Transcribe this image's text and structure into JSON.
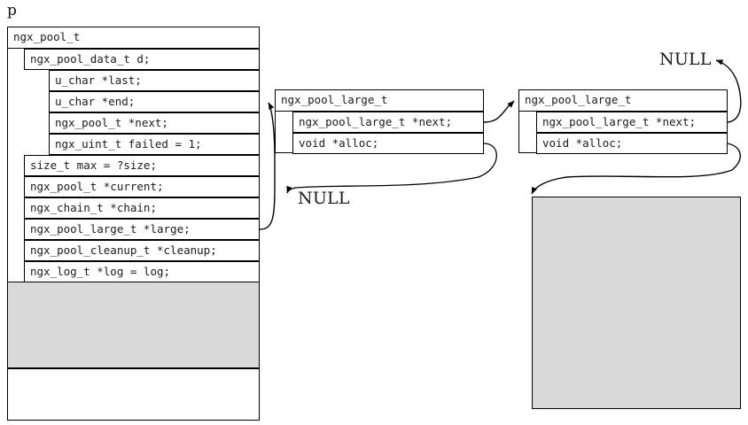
{
  "diagram": {
    "title_variable": "p",
    "background_color": "#ffffff",
    "line_color": "#000000",
    "fill_color": "#d9d9d9",
    "null_labels": {
      "large_head": "NULL",
      "list_tail": "NULL"
    }
  },
  "pool_struct": {
    "type_name": "ngx_pool_t",
    "data_member": {
      "type_name": "ngx_pool_data_t d;",
      "fields": [
        "u_char *last;",
        "u_char *end;",
        "ngx_pool_t *next;",
        "ngx_uint_t failed = 1;"
      ]
    },
    "fields": [
      "size_t max = ?size;",
      "ngx_pool_t *current;",
      "ngx_chain_t *chain;",
      "ngx_pool_large_t *large;",
      "ngx_pool_cleanup_t *cleanup;",
      "ngx_log_t *log = log;"
    ],
    "used_region_label": "",
    "free_region_label": ""
  },
  "large_nodes": [
    {
      "type_name": "ngx_pool_large_t",
      "fields": [
        "ngx_pool_large_t *next;",
        "void *alloc;"
      ]
    },
    {
      "type_name": "ngx_pool_large_t",
      "fields": [
        "ngx_pool_large_t *next;",
        "void *alloc;"
      ]
    }
  ],
  "alloc_block": {
    "label": ""
  }
}
